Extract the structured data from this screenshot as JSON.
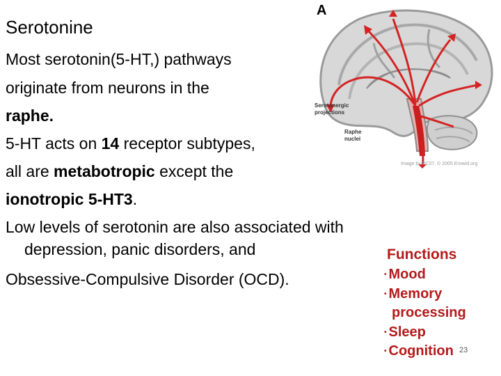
{
  "slide": {
    "title": "Serotonine",
    "lines": [
      {
        "pre": "Most serotonin(5-HT,) pathways",
        "bold": "",
        "post": ""
      },
      {
        "pre": "originate from neurons in the",
        "bold": "",
        "post": ""
      },
      {
        "pre": "",
        "bold": "raphe.",
        "post": ""
      },
      {
        "pre": "5-HT acts on ",
        "bold": "14",
        "post": " receptor subtypes,"
      },
      {
        "pre": "all are ",
        "bold": "metabotropic",
        "post": " except the"
      },
      {
        "pre": "",
        "bold": "ionotropic 5-HT3",
        "post": "."
      },
      {
        "pre": "Low levels of  serotonin are also associated with",
        "bold": "",
        "post": ""
      },
      {
        "pre": "depression, panic disorders, and",
        "bold": "",
        "post": ""
      },
      {
        "pre": "Obsessive-Compulsive Disorder (OCD).",
        "bold": "",
        "post": ""
      }
    ],
    "page_number": "23"
  },
  "figure": {
    "panel_label": "A",
    "projections_label": "Serotonergic projections",
    "raphe_label": "Raphe nuclei",
    "credit": "Image by BC07, © 2005 Erowid.org"
  },
  "functions": {
    "title": "Functions",
    "items": [
      "Mood",
      "Memory",
      "processing",
      "Sleep",
      "Cognition"
    ],
    "color": "#b51a1a"
  }
}
